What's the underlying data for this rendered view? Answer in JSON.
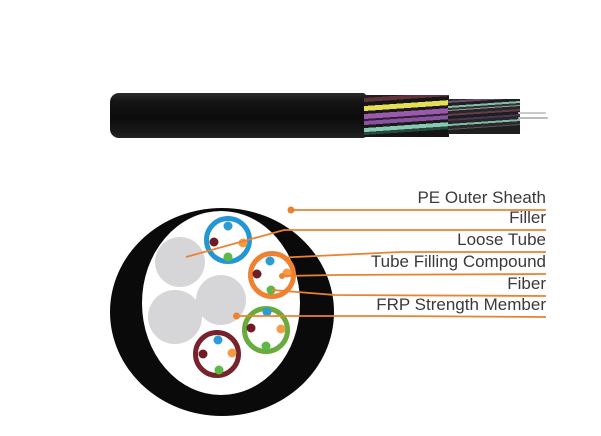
{
  "cable_photo": {
    "jacket_color": "#111111",
    "exposed_tube_colors": [
      "#63313a",
      "#e6df55",
      "#9a5aab",
      "#8a52a0",
      "#87cab3",
      "#27463c"
    ],
    "fiber_strand_color": "#c9c9c9"
  },
  "cross_section": {
    "sheath_color": "#0a0a0a",
    "interior_color": "#ffffff",
    "filler_color": "#d6d6d8",
    "leader_color": "#eb8230",
    "tubes": [
      {
        "name": "loose-tube-blue",
        "color": "#2496d2"
      },
      {
        "name": "loose-tube-orange",
        "color": "#ef8133"
      },
      {
        "name": "loose-tube-green",
        "color": "#67ac3d"
      },
      {
        "name": "loose-tube-maroon",
        "color": "#77232b"
      }
    ],
    "fiber_dot_colors": {
      "blue": "#2b9cd8",
      "maroon": "#6e1d24",
      "orange": "#f59b43",
      "green": "#5cb948"
    }
  },
  "labels": [
    {
      "text": "PE Outer Sheath"
    },
    {
      "text": "Filler"
    },
    {
      "text": "Loose Tube"
    },
    {
      "text": "Tube Filling Compound"
    },
    {
      "text": "Fiber"
    },
    {
      "text": "FRP Strength Member"
    }
  ],
  "text_color": "#3a3a3c"
}
